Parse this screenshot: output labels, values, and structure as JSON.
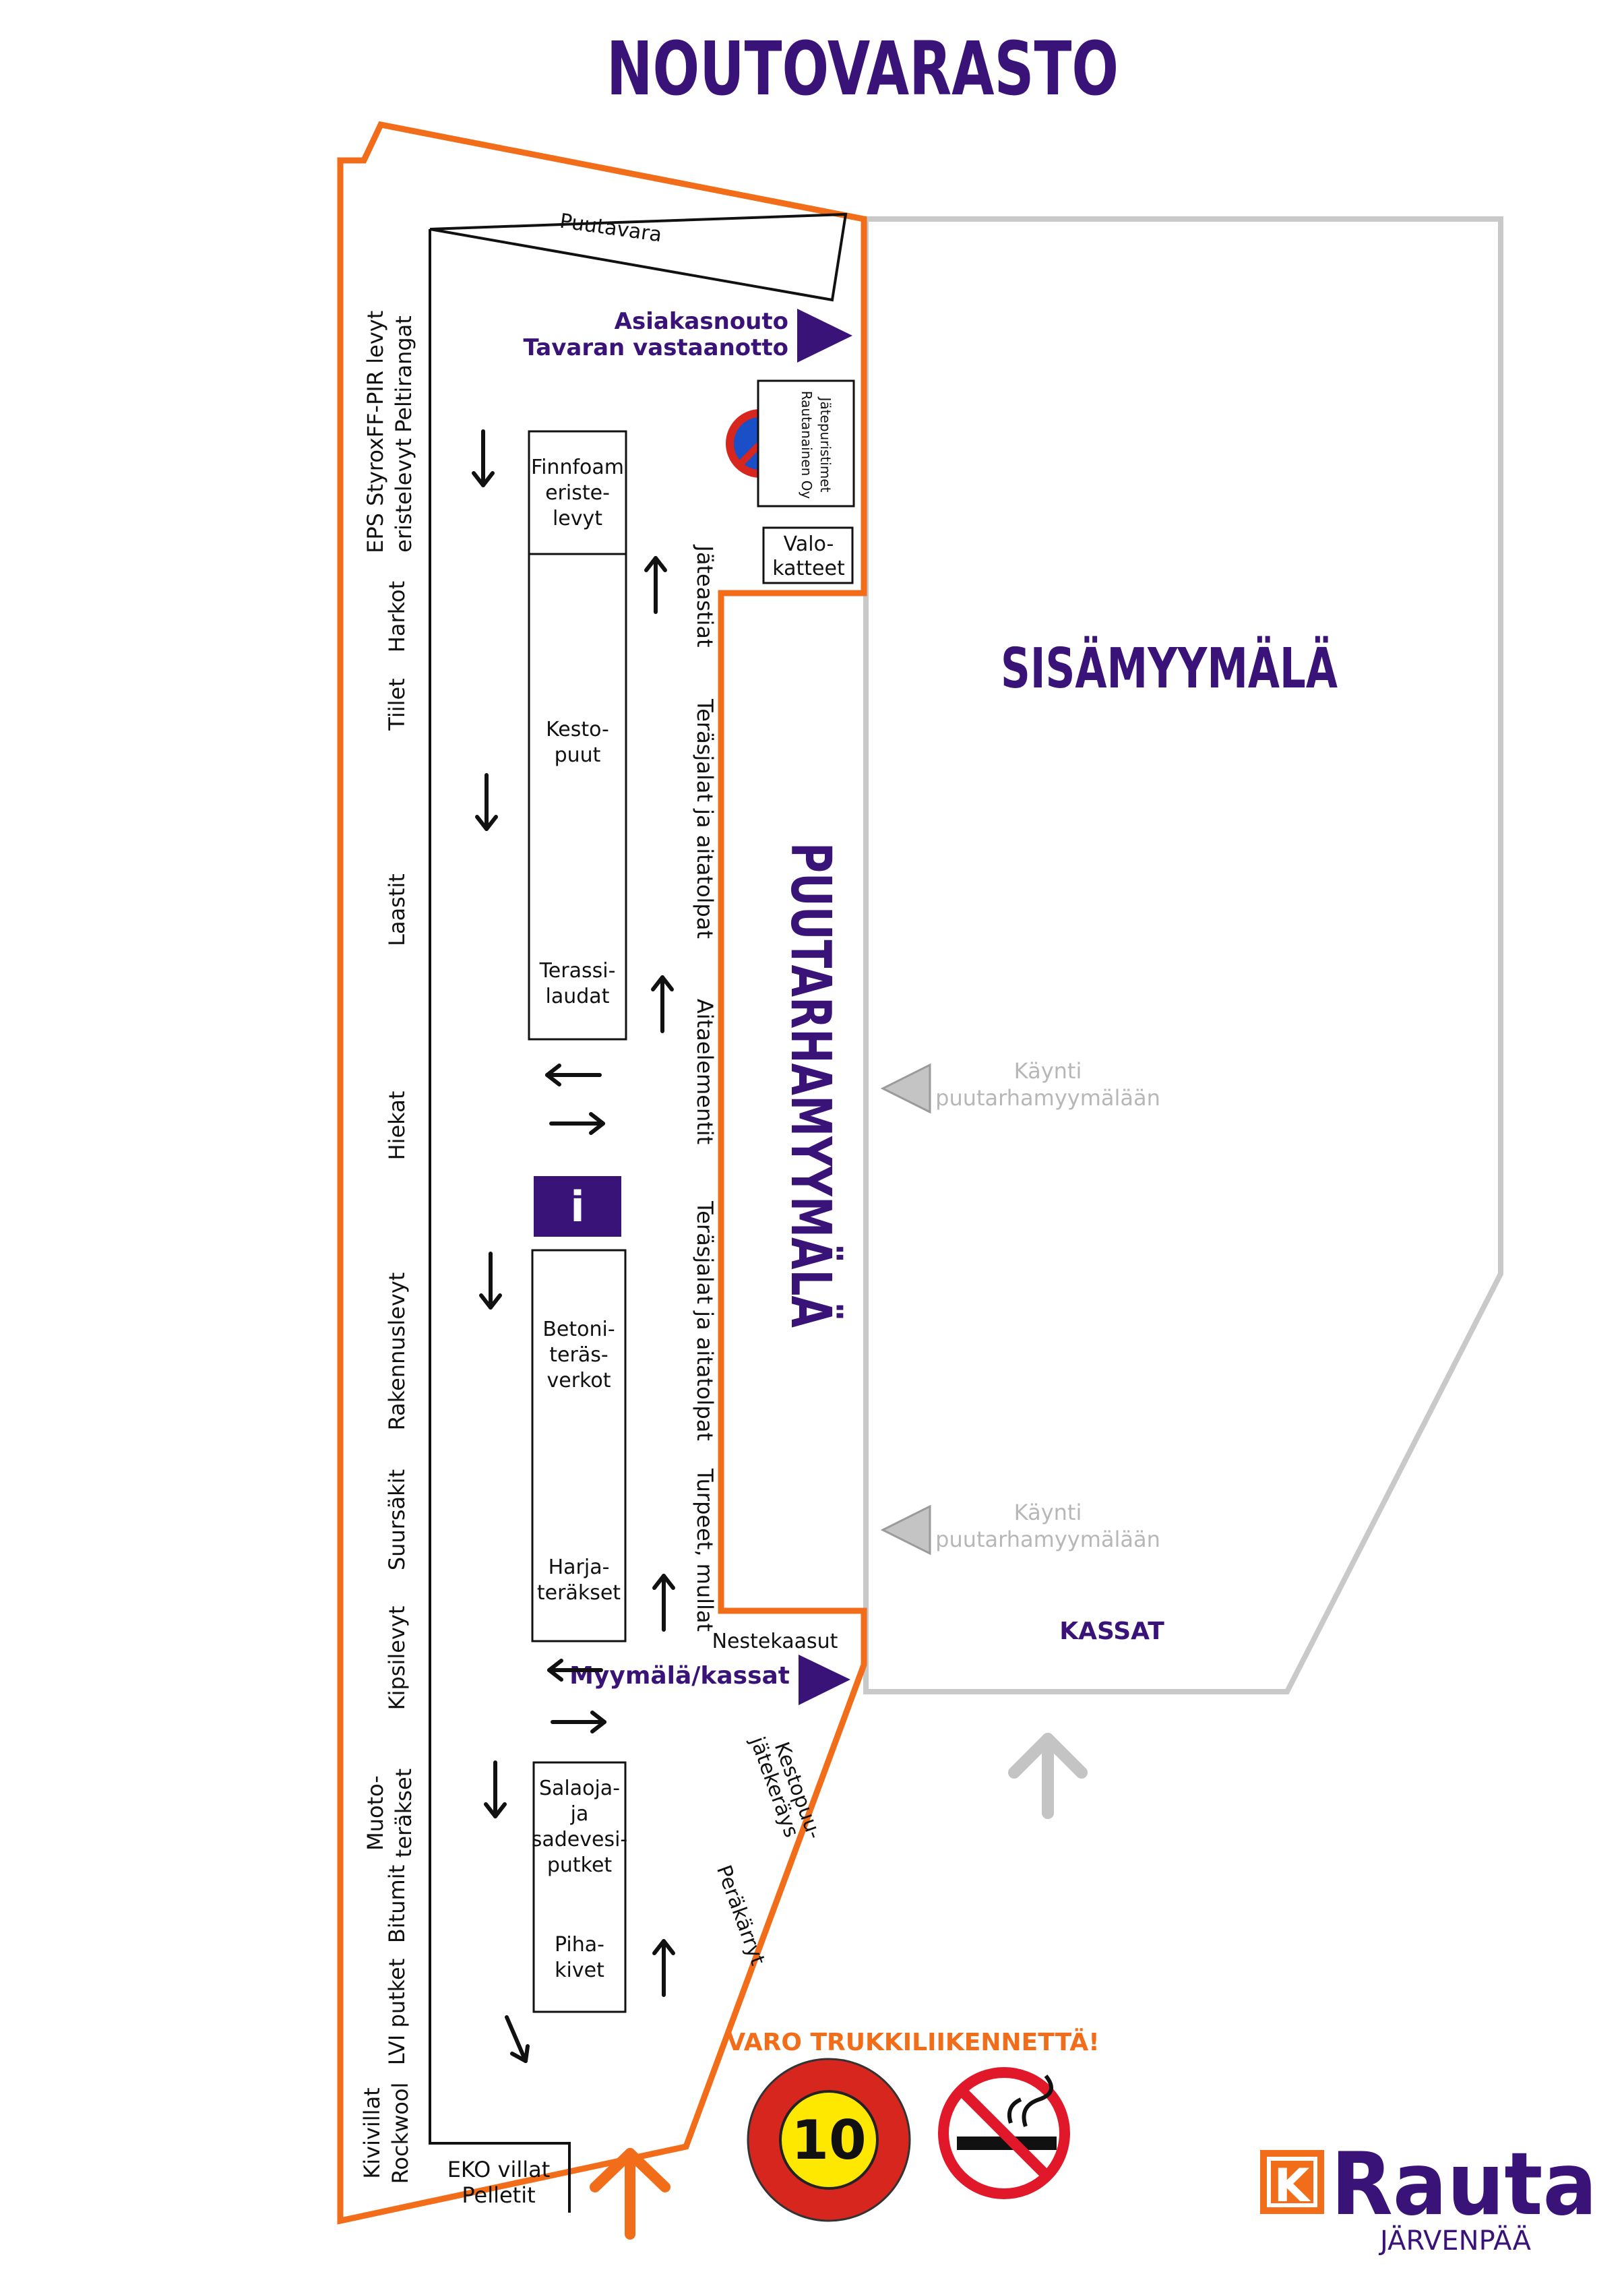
{
  "title": "NOUTOVARASTO",
  "warning": "VARO TRUKKILIIKENNETTÄ!",
  "speed_limit": "10",
  "areas": {
    "inside_store": "SISÄMYYMÄLÄ",
    "garden_store": "PUUTARHAMYYMÄLÄ"
  },
  "left_wall_labels": [
    {
      "line1": "FF-PIR levyt",
      "line2": "Peltirangat"
    },
    {
      "line1": "EPS Styrox",
      "line2": "eristelevyt"
    },
    {
      "line1": "Harkot",
      "line2": ""
    },
    {
      "line1": "Tiilet",
      "line2": ""
    },
    {
      "line1": "Laastit",
      "line2": ""
    },
    {
      "line1": "Hiekat",
      "line2": ""
    },
    {
      "line1": "Rakennuslevyt",
      "line2": ""
    },
    {
      "line1": "Suursäkit",
      "line2": ""
    },
    {
      "line1": "Kipsilevyt",
      "line2": ""
    },
    {
      "line1": "Muoto-",
      "line2": "teräkset"
    },
    {
      "line1": "Bitumit",
      "line2": ""
    },
    {
      "line1": "LVI putket",
      "line2": ""
    },
    {
      "line1": "Kivivillat",
      "line2": "Rockwool"
    }
  ],
  "center_blocks": [
    {
      "lines": [
        "Finnfoam",
        "eriste-",
        "levyt"
      ]
    },
    {
      "lines": [
        "Kesto-",
        "puut"
      ]
    },
    {
      "lines": [
        "Terassi-",
        "laudat"
      ]
    },
    {
      "lines": [
        "Betoni-",
        "teräs-",
        "verkot"
      ]
    },
    {
      "lines": [
        "Harja-",
        "teräkset"
      ]
    },
    {
      "lines": [
        "Salaoja-",
        "ja",
        "sadevesi-",
        "putket"
      ]
    },
    {
      "lines": [
        "Piha-",
        "kivet"
      ]
    }
  ],
  "right_wall_labels": [
    "Jäteastiat",
    "Teräsjalat ja aitatolpat",
    "Aitaelementit",
    "Teräsjalat ja aitatolpat",
    "Turpeet, mullat"
  ],
  "diagonal_labels": {
    "kestopuu1": "Kestopuu-",
    "kestopuu2": "jätekeräys",
    "peralarryt": "Peräkärryt"
  },
  "top_labels": {
    "puutavara": "Puutavara",
    "asiakasnouto": "Asiakasnouto",
    "vastaanotto": "Tavaran vastaanotto",
    "jatepuristimet1": "Jätepuristimet",
    "jatepuristimet2": "Rautanainen Oy",
    "valokatteet1": "Valo-",
    "valokatteet2": "katteet"
  },
  "bottom_labels": {
    "nestekaasut": "Nestekaasut",
    "myymala": "Myymälä/kassat",
    "eko1": "EKO villat",
    "eko2": "Pelletit",
    "kassat": "KASSAT",
    "kaynti1": "Käynti",
    "kaynti2": "puutarhamyymälään"
  },
  "info_icon": "i",
  "logo": {
    "k": "K",
    "brand": "Rauta",
    "city": "JÄRVENPÄÄ"
  },
  "colors": {
    "orange": "#f26d1a",
    "purple": "#3a1378",
    "grey": "#b7b7b7"
  }
}
